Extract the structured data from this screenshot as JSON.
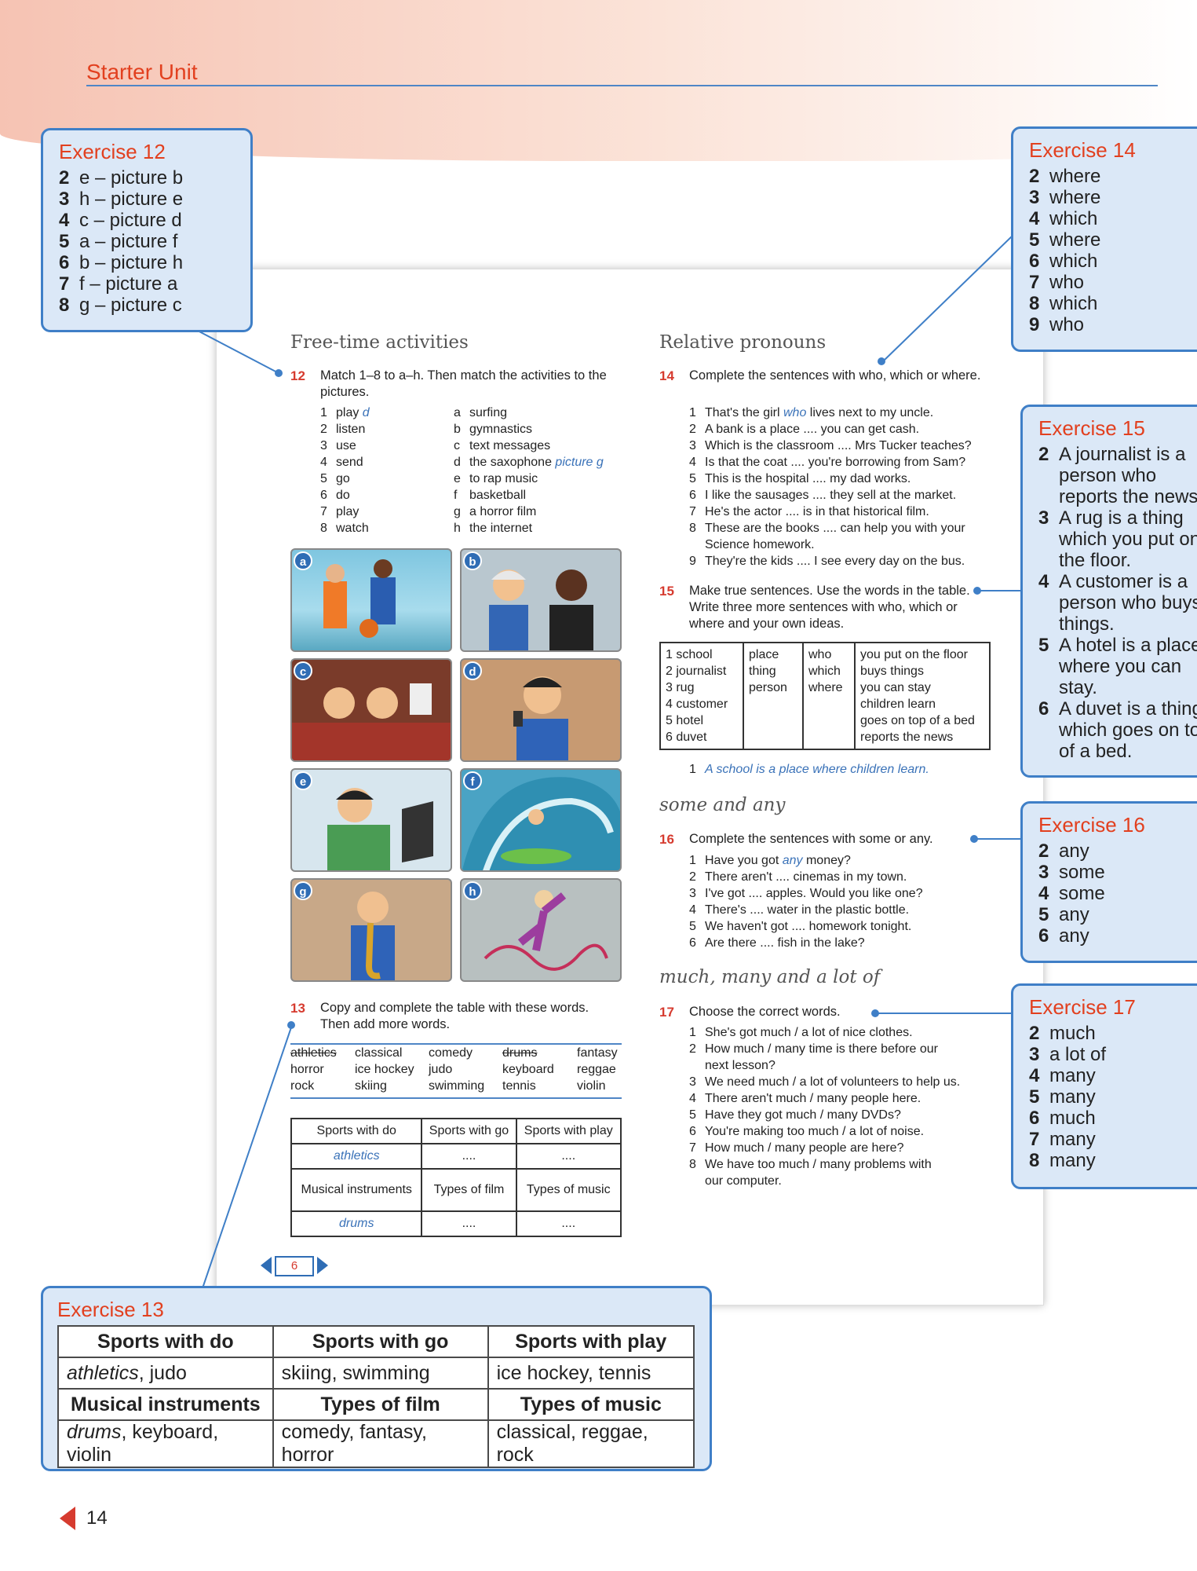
{
  "header": {
    "unit_title": "Starter Unit",
    "page_number": "14"
  },
  "page": {
    "thumb_page": "6"
  },
  "sec_free": {
    "heading": "Free-time activities"
  },
  "ex12": {
    "num": "12",
    "instruction": "Match 1–8 to a–h. Then match the activities to the pictures.",
    "left": [
      {
        "n": "1",
        "t": "play ",
        "ans": "d"
      },
      {
        "n": "2",
        "t": "listen"
      },
      {
        "n": "3",
        "t": "use"
      },
      {
        "n": "4",
        "t": "send"
      },
      {
        "n": "5",
        "t": "go"
      },
      {
        "n": "6",
        "t": "do"
      },
      {
        "n": "7",
        "t": "play"
      },
      {
        "n": "8",
        "t": "watch"
      }
    ],
    "right": [
      {
        "n": "a",
        "t": "surfing"
      },
      {
        "n": "b",
        "t": "gymnastics"
      },
      {
        "n": "c",
        "t": "text messages"
      },
      {
        "n": "d",
        "t": "the saxophone ",
        "ans": "picture g"
      },
      {
        "n": "e",
        "t": "to rap music"
      },
      {
        "n": "f",
        "t": "basketball"
      },
      {
        "n": "g",
        "t": "a horror film"
      },
      {
        "n": "h",
        "t": "the internet"
      }
    ],
    "pictures": [
      "a",
      "b",
      "c",
      "d",
      "e",
      "f",
      "g",
      "h"
    ]
  },
  "ex13": {
    "num": "13",
    "instruction": "Copy and complete the table with these words. Then add more words.",
    "words": [
      [
        "athletics",
        "classical",
        "comedy",
        "drums",
        "fantasy"
      ],
      [
        "horror",
        "ice hockey",
        "judo",
        "keyboard",
        "reggae"
      ],
      [
        "rock",
        "skiing",
        "swimming",
        "tennis",
        "violin"
      ]
    ],
    "table": {
      "h1": [
        "Sports with do",
        "Sports with go",
        "Sports with play"
      ],
      "r1": [
        "athletics",
        "....",
        "...."
      ],
      "h2": [
        "Musical instruments",
        "Types of film",
        "Types of music"
      ],
      "r2": [
        "drums",
        "....",
        "...."
      ]
    }
  },
  "sec_rel": {
    "heading": "Relative pronouns"
  },
  "ex14": {
    "num": "14",
    "instruction": "Complete the sentences with who, which or where.",
    "items": [
      {
        "n": "1",
        "pre": "That's the girl ",
        "ans": "who",
        "post": " lives next to my uncle."
      },
      {
        "n": "2",
        "t": "A bank is a place .... you can get cash."
      },
      {
        "n": "3",
        "t": "Which is the classroom .... Mrs Tucker teaches?"
      },
      {
        "n": "4",
        "t": "Is that the coat .... you're borrowing from Sam?"
      },
      {
        "n": "5",
        "t": "This is the hospital .... my dad works."
      },
      {
        "n": "6",
        "t": "I like the sausages .... they sell at the market."
      },
      {
        "n": "7",
        "t": "He's the actor .... is in that historical film."
      },
      {
        "n": "8",
        "t": "These are the books .... can help you with your"
      },
      {
        "n": "",
        "t": "Science homework."
      },
      {
        "n": "9",
        "t": "They're the kids .... I see every day on the bus."
      }
    ]
  },
  "ex15": {
    "num": "15",
    "instruction": "Make true sentences. Use the words in the table. Write three more sentences with who, which or where and your own ideas.",
    "col1": [
      "1 school",
      "2 journalist",
      "3 rug",
      "4 customer",
      "5 hotel",
      "6 duvet"
    ],
    "col2": [
      "place",
      "thing",
      "person"
    ],
    "col3": [
      "who",
      "which",
      "where"
    ],
    "col4": [
      "you put on the floor",
      "buys things",
      "you can stay",
      "children learn",
      "goes on top of a bed",
      "reports the news"
    ],
    "example_n": "1",
    "example": "A school is a place where children learn."
  },
  "sec_some": {
    "heading": "some and any"
  },
  "ex16": {
    "num": "16",
    "instruction": "Complete the sentences with some or any.",
    "items": [
      {
        "n": "1",
        "pre": "Have you got ",
        "ans": "any",
        "post": " money?"
      },
      {
        "n": "2",
        "t": "There aren't .... cinemas in my town."
      },
      {
        "n": "3",
        "t": "I've got .... apples. Would you like one?"
      },
      {
        "n": "4",
        "t": "There's .... water in the plastic bottle."
      },
      {
        "n": "5",
        "t": "We haven't got .... homework tonight."
      },
      {
        "n": "6",
        "t": "Are there .... fish in the lake?"
      }
    ]
  },
  "sec_much": {
    "heading": "much, many and a lot of"
  },
  "ex17": {
    "num": "17",
    "instruction": "Choose the correct words.",
    "items": [
      {
        "n": "1",
        "t": "She's got much / a lot of nice clothes."
      },
      {
        "n": "2",
        "t": "How much / many time is there before our"
      },
      {
        "n": "",
        "t": "next lesson?"
      },
      {
        "n": "3",
        "t": "We need much / a lot of volunteers to help us."
      },
      {
        "n": "4",
        "t": "There aren't much / many people here."
      },
      {
        "n": "5",
        "t": "Have they got much / many DVDs?"
      },
      {
        "n": "6",
        "t": "You're making too much / a lot of noise."
      },
      {
        "n": "7",
        "t": "How much / many people are here?"
      },
      {
        "n": "8",
        "t": "We have too much / many problems with"
      },
      {
        "n": "",
        "t": "our computer."
      }
    ]
  },
  "answers": {
    "a12": {
      "title": "Exercise 12",
      "items": [
        [
          "2",
          "e – picture b"
        ],
        [
          "3",
          "h – picture e"
        ],
        [
          "4",
          "c – picture d"
        ],
        [
          "5",
          "a – picture f"
        ],
        [
          "6",
          "b – picture h"
        ],
        [
          "7",
          "f – picture a"
        ],
        [
          "8",
          "g – picture c"
        ]
      ]
    },
    "a14": {
      "title": "Exercise 14",
      "items": [
        [
          "2",
          "where"
        ],
        [
          "3",
          "where"
        ],
        [
          "4",
          "which"
        ],
        [
          "5",
          "where"
        ],
        [
          "6",
          "which"
        ],
        [
          "7",
          "who"
        ],
        [
          "8",
          "which"
        ],
        [
          "9",
          "who"
        ]
      ]
    },
    "a15": {
      "title": "Exercise 15",
      "items": [
        [
          "2",
          "A journalist is a"
        ],
        [
          "",
          "person who"
        ],
        [
          "",
          "reports the news."
        ],
        [
          "3",
          "A rug is a thing"
        ],
        [
          "",
          "which you put on"
        ],
        [
          "",
          "the floor."
        ],
        [
          "4",
          "A customer is a"
        ],
        [
          "",
          "person who buys"
        ],
        [
          "",
          "things."
        ],
        [
          "5",
          "A hotel is a place"
        ],
        [
          "",
          "where you can"
        ],
        [
          "",
          "stay."
        ],
        [
          "6",
          "A duvet is a thing"
        ],
        [
          "",
          "which goes on top"
        ],
        [
          "",
          "of a bed."
        ]
      ]
    },
    "a16": {
      "title": "Exercise 16",
      "items": [
        [
          "2",
          "any"
        ],
        [
          "3",
          "some"
        ],
        [
          "4",
          "some"
        ],
        [
          "5",
          "any"
        ],
        [
          "6",
          "any"
        ]
      ]
    },
    "a17": {
      "title": "Exercise 17",
      "items": [
        [
          "2",
          "much"
        ],
        [
          "3",
          "a lot of"
        ],
        [
          "4",
          "many"
        ],
        [
          "5",
          "many"
        ],
        [
          "6",
          "much"
        ],
        [
          "7",
          "many"
        ],
        [
          "8",
          "many"
        ]
      ]
    },
    "a13": {
      "title": "Exercise 13",
      "h1": [
        "Sports with do",
        "Sports with go",
        "Sports with play"
      ],
      "r1": [
        "athletics, judo",
        "skiing, swimming",
        "ice hockey, tennis"
      ],
      "h2": [
        "Musical instruments",
        "Types of film",
        "Types of music"
      ],
      "r2": [
        "drums, keyboard, violin",
        "comedy, fantasy, horror",
        "classical, reggae, rock"
      ]
    }
  }
}
